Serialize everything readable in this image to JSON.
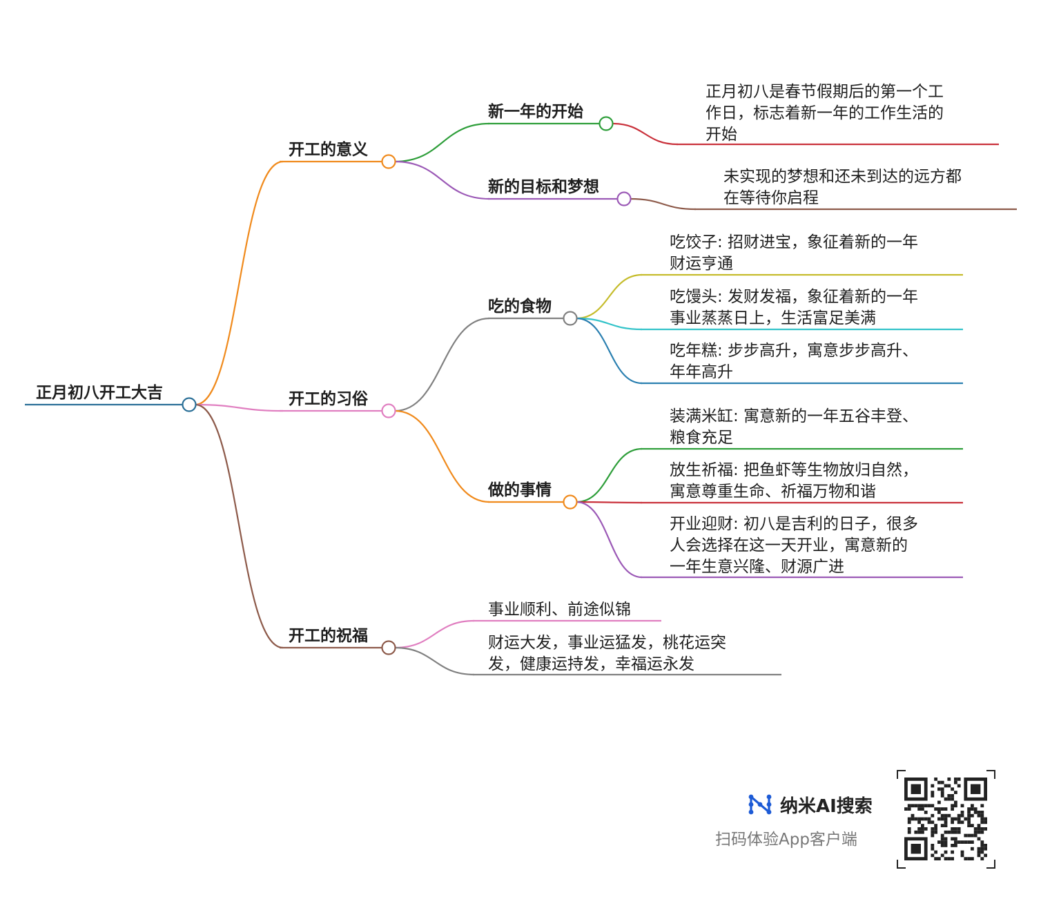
{
  "root": {
    "label": "正月初八开工大吉",
    "color": "#2a6f97"
  },
  "branches": [
    {
      "label": "开工的意义",
      "color": "#f08a1c",
      "children": [
        {
          "label": "新一年的开始",
          "color": "#2e9e3a",
          "leaves": [
            {
              "text": "正月初八是春节假期后的第一个工\n作日，标志着新一年的工作生活的\n开始",
              "color": "#c9303a"
            }
          ]
        },
        {
          "label": "新的目标和梦想",
          "color": "#9b59b6",
          "leaves": [
            {
              "text": "未实现的梦想和还未到达的远方都\n在等待你启程",
              "color": "#8d5a4a"
            }
          ]
        }
      ]
    },
    {
      "label": "开工的习俗",
      "color": "#e07ec0",
      "children": [
        {
          "label": "吃的食物",
          "color": "#808080",
          "leaves": [
            {
              "text": "吃饺子: 招财进宝，象征着新的一年\n财运亨通",
              "color": "#c5bc2b"
            },
            {
              "text": "吃馒头: 发财发福，象征着新的一年\n事业蒸蒸日上，生活富足美满",
              "color": "#33c3c9"
            },
            {
              "text": "吃年糕: 步步高升，寓意步步高升、\n年年高升",
              "color": "#2a7fb0"
            }
          ]
        },
        {
          "label": "做的事情",
          "color": "#f08a1c",
          "leaves": [
            {
              "text": "装满米缸: 寓意新的一年五谷丰登、\n粮食充足",
              "color": "#2e9e3a"
            },
            {
              "text": "放生祈福: 把鱼虾等生物放归自然，\n寓意尊重生命、祈福万物和谐",
              "color": "#c9303a"
            },
            {
              "text": "开业迎财: 初八是吉利的日子，很多\n人会选择在这一天开业，寓意新的\n一年生意兴隆、财源广进",
              "color": "#9b59b6"
            }
          ]
        }
      ]
    },
    {
      "label": "开工的祝福",
      "color": "#8d5a4a",
      "leaves": [
        {
          "text": "事业顺利、前途似锦",
          "color": "#e07ec0"
        },
        {
          "text": "财运大发，事业运猛发，桃花运突\n发，健康运持发，幸福运永发",
          "color": "#808080"
        }
      ]
    }
  ],
  "footer": {
    "brand": "纳米AI搜索",
    "subtitle": "扫码体验App客户端",
    "logo_icon": "nami-logo-icon",
    "qr_icon": "qr-code-icon"
  }
}
